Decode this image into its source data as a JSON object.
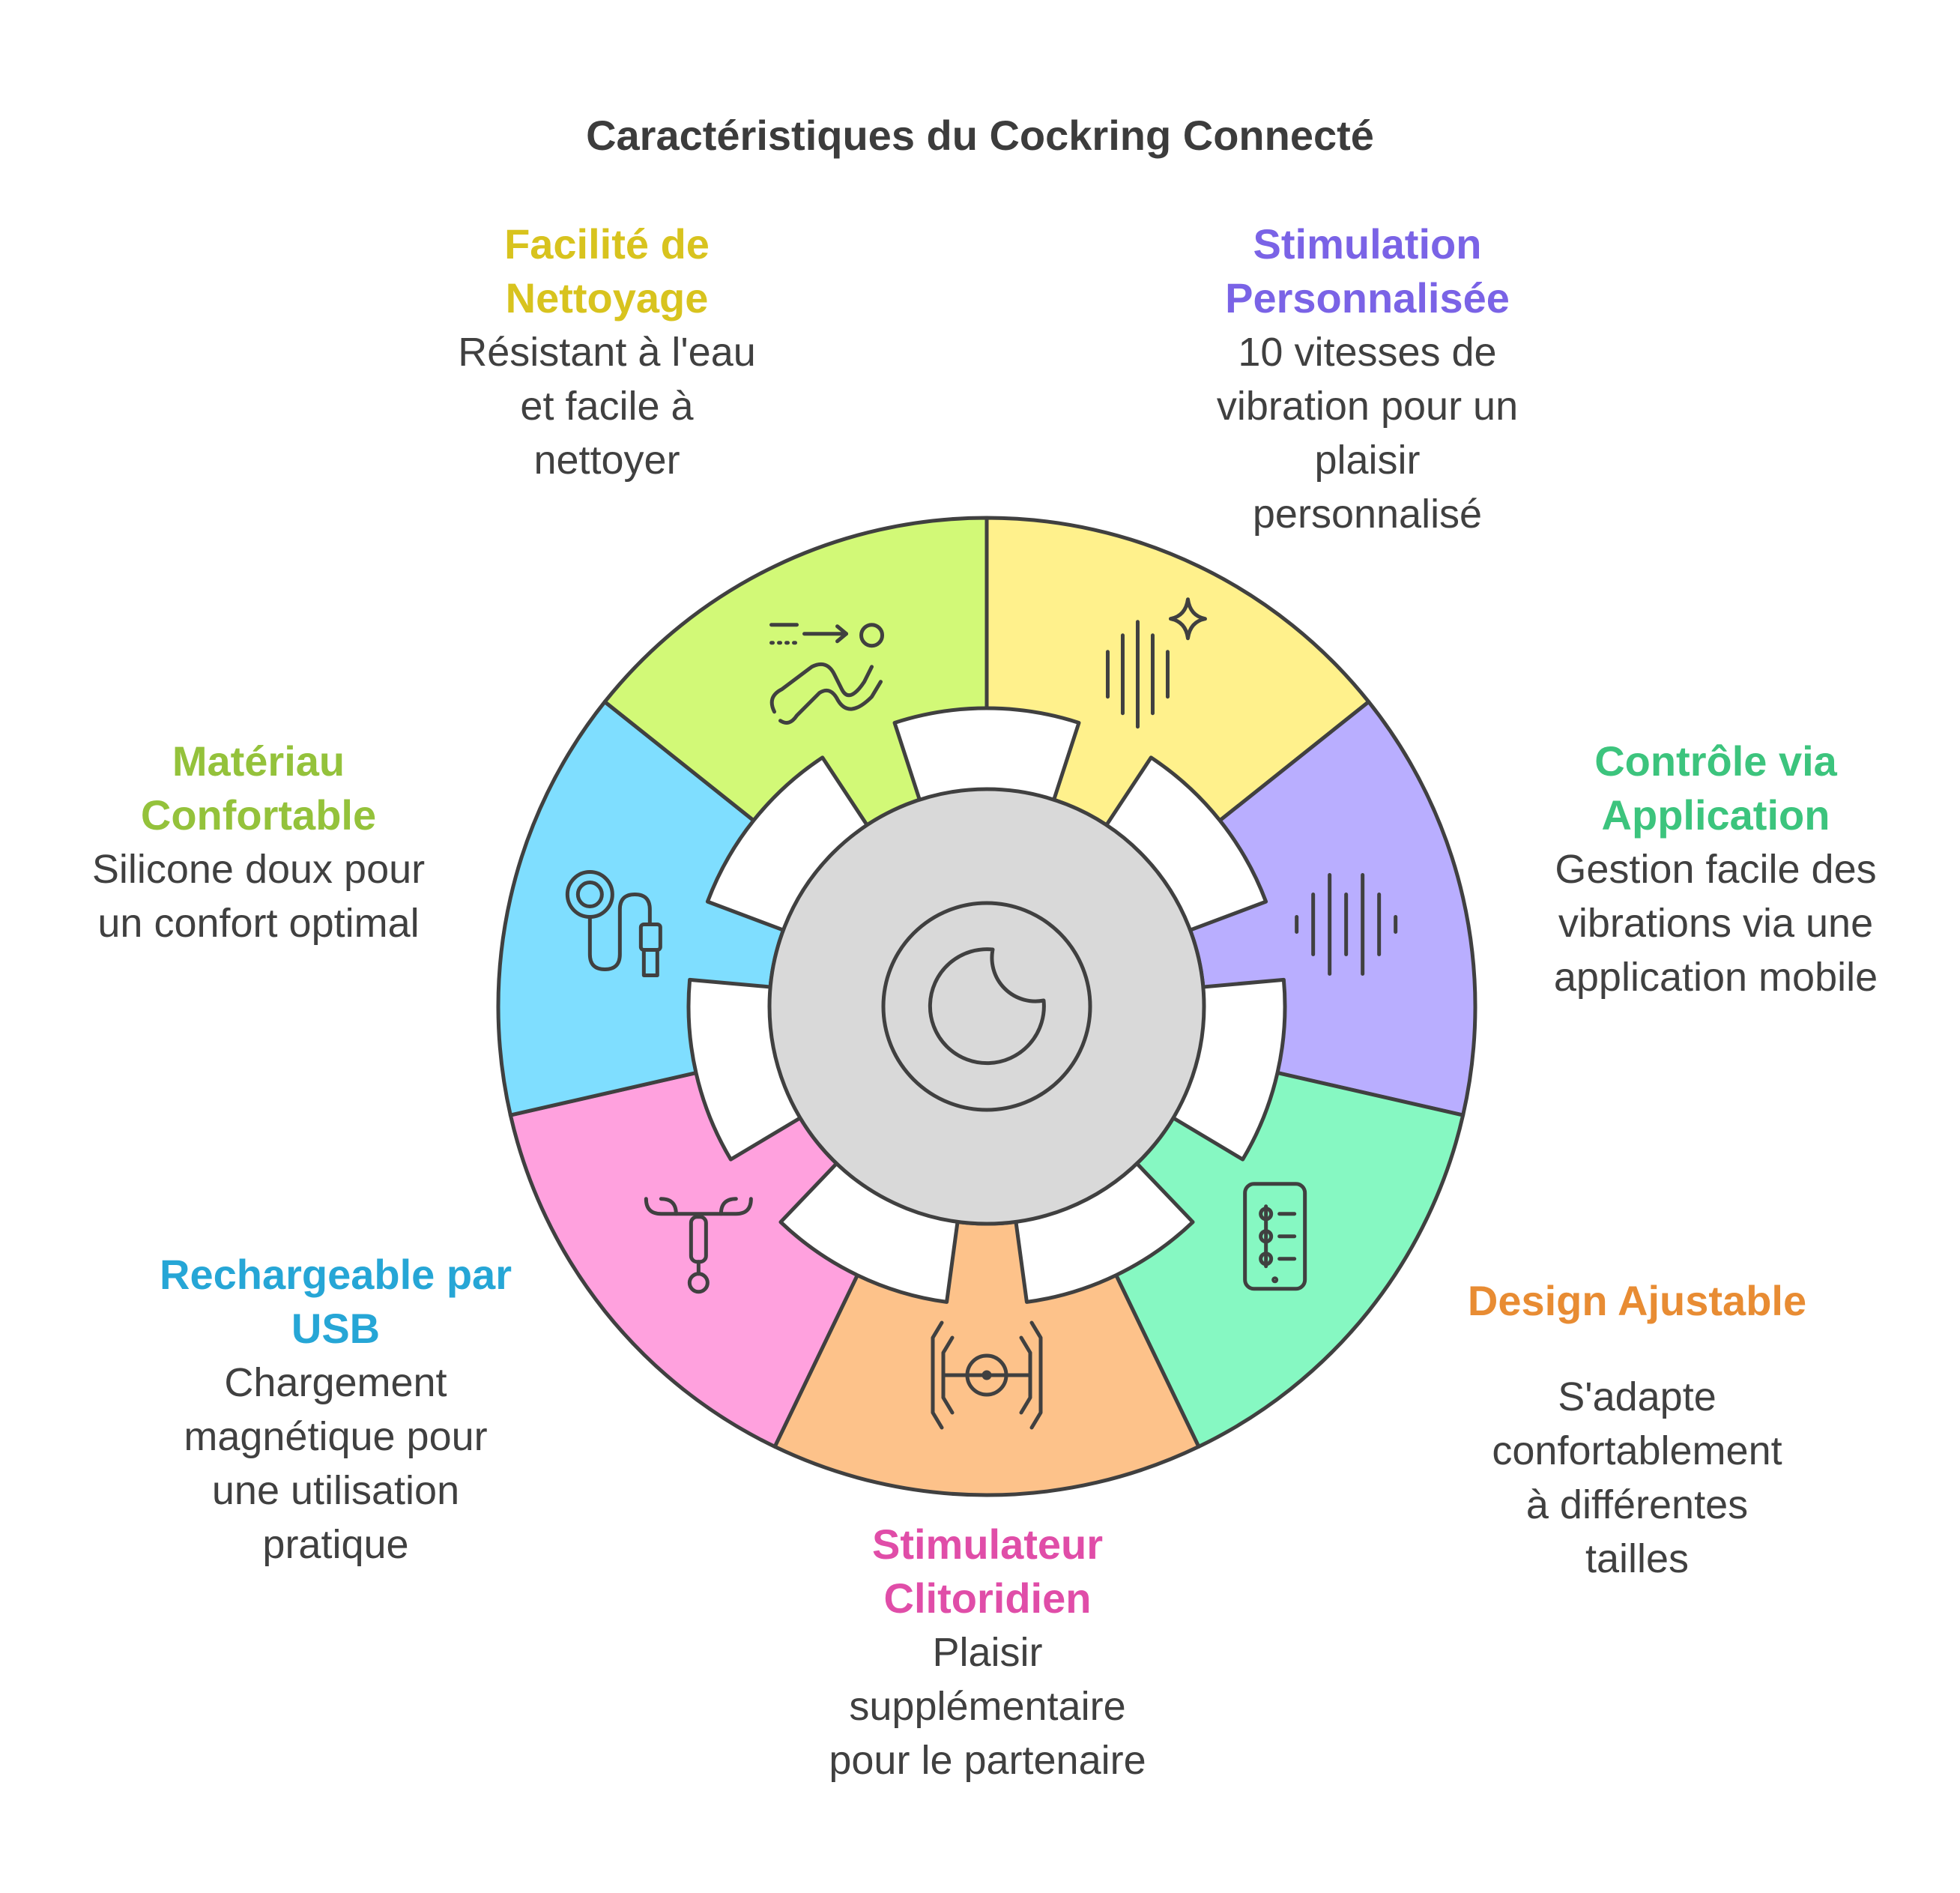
{
  "title": "Caractéristiques du Cockring Connecté",
  "center_icon": "moon-icon",
  "features": [
    {
      "key": "nettoyage",
      "color": "#fff18c",
      "title_color": "#d8c31e",
      "icon": "sound-wave-sparkle-icon",
      "title_lines": [
        "Facilité de",
        "Nettoyage"
      ],
      "desc_lines": [
        "Résistant à l'eau",
        "et facile à",
        "nettoyer"
      ]
    },
    {
      "key": "stimulation",
      "color": "#b9aeff",
      "title_color": "#7a63e6",
      "icon": "vibration-wave-icon",
      "title_lines": [
        "Stimulation",
        "Personnalisée"
      ],
      "desc_lines": [
        "10 vitesses de",
        "vibration pour un",
        "plaisir",
        "personnalisé"
      ]
    },
    {
      "key": "controle",
      "color": "#86f8c2",
      "title_color": "#3cc47d",
      "icon": "mobile-app-icon",
      "title_lines": [
        "Contrôle via",
        "Application"
      ],
      "desc_lines": [
        "Gestion facile des",
        "vibrations via une",
        "application mobile"
      ]
    },
    {
      "key": "design",
      "color": "#fdc28a",
      "title_color": "#e88c33",
      "icon": "adjustable-frame-icon",
      "title_lines": [
        "Design Ajustable"
      ],
      "desc_lines": [
        "S'adapte",
        "confortablement",
        "à différentes",
        "tailles"
      ]
    },
    {
      "key": "stimulateur",
      "color": "#ffa1de",
      "title_color": "#e04da8",
      "icon": "stimulator-device-icon",
      "title_lines": [
        "Stimulateur",
        "Clitoridien"
      ],
      "desc_lines": [
        "Plaisir",
        "supplémentaire",
        "pour le partenaire"
      ]
    },
    {
      "key": "usb",
      "color": "#7fdeff",
      "title_color": "#26a6d6",
      "icon": "magnetic-charger-icon",
      "title_lines": [
        "Rechargeable par",
        "USB"
      ],
      "desc_lines": [
        "Chargement",
        "magnétique pour",
        "une utilisation",
        "pratique"
      ]
    },
    {
      "key": "materiau",
      "color": "#d2f977",
      "title_color": "#94c23b",
      "icon": "comfort-seat-icon",
      "title_lines": [
        "Matériau",
        "Confortable"
      ],
      "desc_lines": [
        "Silicone doux pour",
        "un confort optimal"
      ]
    }
  ]
}
